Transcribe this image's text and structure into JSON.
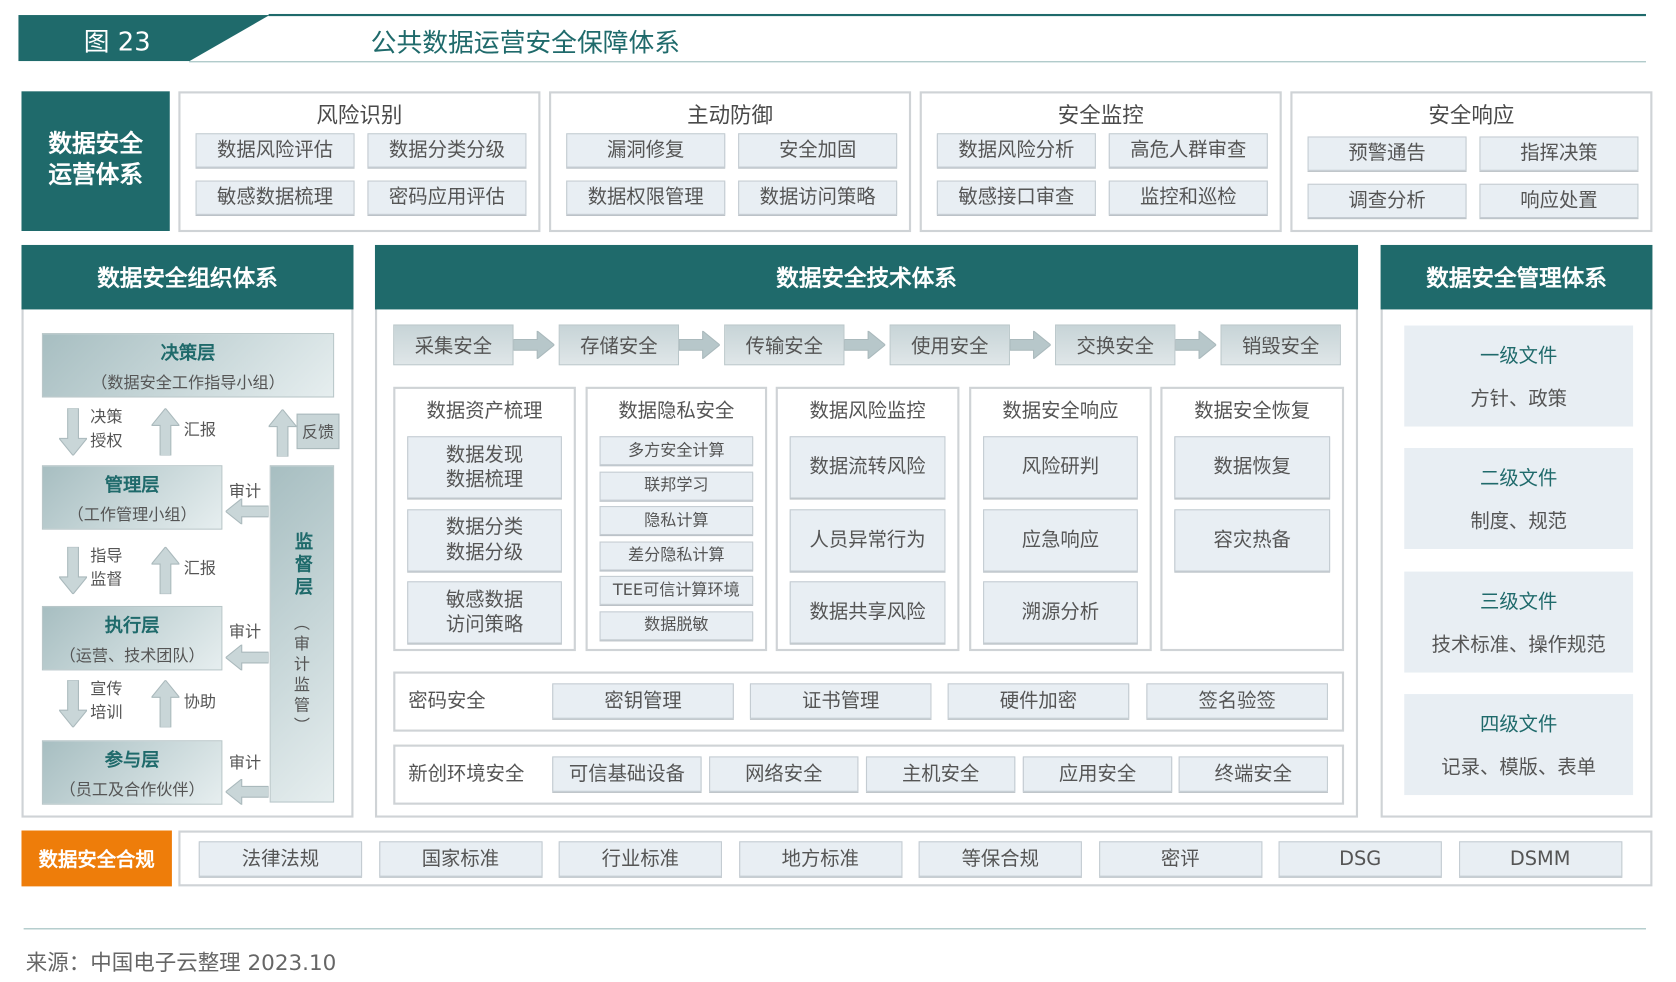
{
  "figure": {
    "number": "图 23",
    "title": "公共数据运营安全保障体系"
  },
  "ops": {
    "title": "数据安全运营体系",
    "groups": [
      {
        "title": "风险识别",
        "items": [
          "数据风险评估",
          "数据分类分级",
          "敏感数据梳理",
          "密码应用评估"
        ]
      },
      {
        "title": "主动防御",
        "items": [
          "漏洞修复",
          "安全加固",
          "数据权限管理",
          "数据访问策略"
        ]
      },
      {
        "title": "安全监控",
        "items": [
          "数据风险分析",
          "高危人群审查",
          "敏感接口审查",
          "监控和巡检"
        ]
      },
      {
        "title": "安全响应",
        "items": [
          "预警通告",
          "指挥决策",
          "调查分析",
          "响应处置"
        ]
      }
    ]
  },
  "org": {
    "title": "数据安全组织体系",
    "layers": [
      {
        "name": "决策层",
        "desc": "（数据安全工作指导小组）"
      },
      {
        "name": "管理层",
        "desc": "（工作管理小组）"
      },
      {
        "name": "执行层",
        "desc": "（运营、技术团队）"
      },
      {
        "name": "参与层",
        "desc": "（员工及合作伙伴）"
      }
    ],
    "down": [
      "决策\n授权",
      "指导\n监督",
      "宣传\n培训"
    ],
    "up": [
      "汇报",
      "汇报",
      "协助"
    ],
    "audit": "审计",
    "feedback": "反馈",
    "supervise": {
      "name": "监督层",
      "desc": "（审计监管）"
    }
  },
  "tech": {
    "title": "数据安全技术体系",
    "flow": [
      "采集安全",
      "存储安全",
      "传输安全",
      "使用安全",
      "交换安全",
      "销毁安全"
    ],
    "columns": [
      {
        "title": "数据资产梳理",
        "items": [
          "数据发现\n数据梳理",
          "数据分类\n数据分级",
          "敏感数据\n访问策略"
        ]
      },
      {
        "title": "数据隐私安全",
        "items": [
          "多方安全计算",
          "联邦学习",
          "隐私计算",
          "差分隐私计算",
          "TEE可信计算环境",
          "数据脱敏"
        ]
      },
      {
        "title": "数据风险监控",
        "items": [
          "数据流转风险",
          "人员异常行为",
          "数据共享风险"
        ]
      },
      {
        "title": "数据安全响应",
        "items": [
          "风险研判",
          "应急响应",
          "溯源分析"
        ]
      },
      {
        "title": "数据安全恢复",
        "items": [
          "数据恢复",
          "容灾热备"
        ]
      }
    ],
    "crypto": {
      "label": "密码安全",
      "items": [
        "密钥管理",
        "证书管理",
        "硬件加密",
        "签名验签"
      ]
    },
    "xinchuang": {
      "label": "新创环境安全",
      "items": [
        "可信基础设备",
        "网络安全",
        "主机安全",
        "应用安全",
        "终端安全"
      ]
    }
  },
  "mgmt": {
    "title": "数据安全管理体系",
    "docs": [
      {
        "level": "一级文件",
        "desc": "方针、政策"
      },
      {
        "level": "二级文件",
        "desc": "制度、规范"
      },
      {
        "level": "三级文件",
        "desc": "技术标准、操作规范"
      },
      {
        "level": "四级文件",
        "desc": "记录、模版、表单"
      }
    ]
  },
  "compliance": {
    "title": "数据安全合规",
    "items": [
      "法律法规",
      "国家标准",
      "行业标准",
      "地方标准",
      "等保合规",
      "密评",
      "DSG",
      "DSMM"
    ]
  },
  "source": "来源：中国电子云整理 2023.10",
  "colors": {
    "teal": "#1f6a6b",
    "orange": "#ee7d0a"
  }
}
